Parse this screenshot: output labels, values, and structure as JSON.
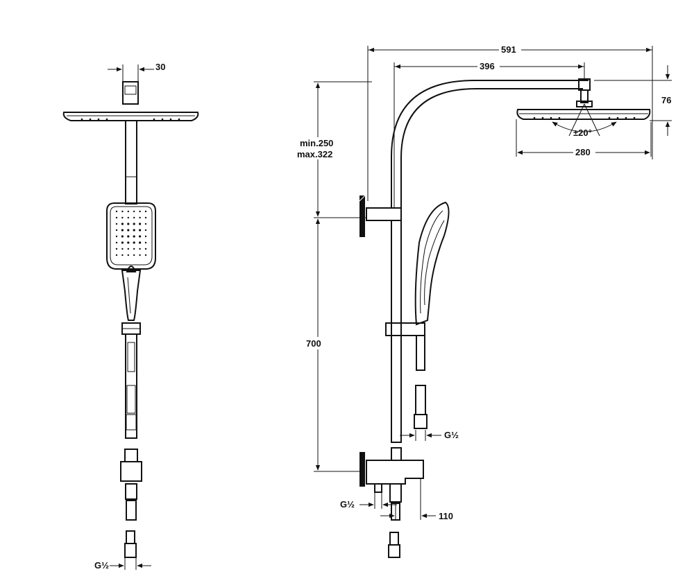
{
  "dimensions": {
    "front_width": "30",
    "total_reach": "591",
    "arm_reach": "396",
    "head_height": "76",
    "angle": "±20°",
    "head_width": "280",
    "slider_height_min": "min.250",
    "slider_height_max": "max.322",
    "bar_height": "700",
    "thread_front": "G½",
    "thread_side_hose": "G½",
    "thread_side_inlet": "G½",
    "inlet_offset": "110"
  }
}
